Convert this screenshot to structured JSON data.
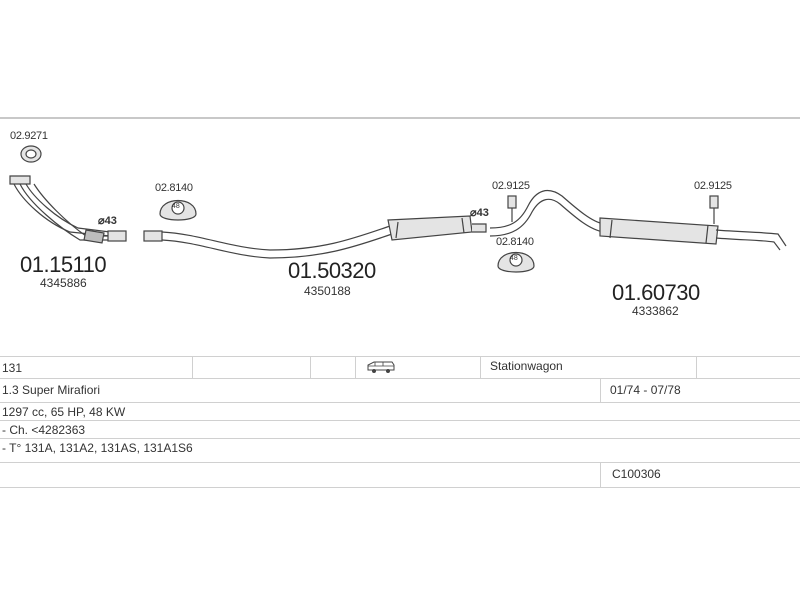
{
  "parts": [
    {
      "number": "01.15110",
      "oe": "4345886"
    },
    {
      "number": "01.50320",
      "oe": "4350188"
    },
    {
      "number": "01.60730",
      "oe": "4333862"
    }
  ],
  "accessories": {
    "ring_1": "02.9271",
    "clamp_1": "02.8140",
    "bolt_1": "02.9125",
    "clamp_2": "02.8140",
    "bolt_2": "02.9125"
  },
  "diameters": {
    "d1": "⌀43",
    "d2": "⌀43"
  },
  "clamp_mark": "48",
  "table": {
    "model": "131",
    "body": "Stationwagon",
    "variant": "1.3 Super Mirafiori",
    "years": "01/74 - 07/78",
    "engine": "1297 cc, 65 HP, 48 KW",
    "chassis": "- Ch. <4282363",
    "types": "- T° 131A, 131A2, 131AS, 131A1S6",
    "code": "C100306"
  },
  "colors": {
    "line": "#444444",
    "fill": "#e4e4e4",
    "rule": "#c8c8c8"
  },
  "icons": {
    "vehicle": "car-wagon-icon"
  }
}
